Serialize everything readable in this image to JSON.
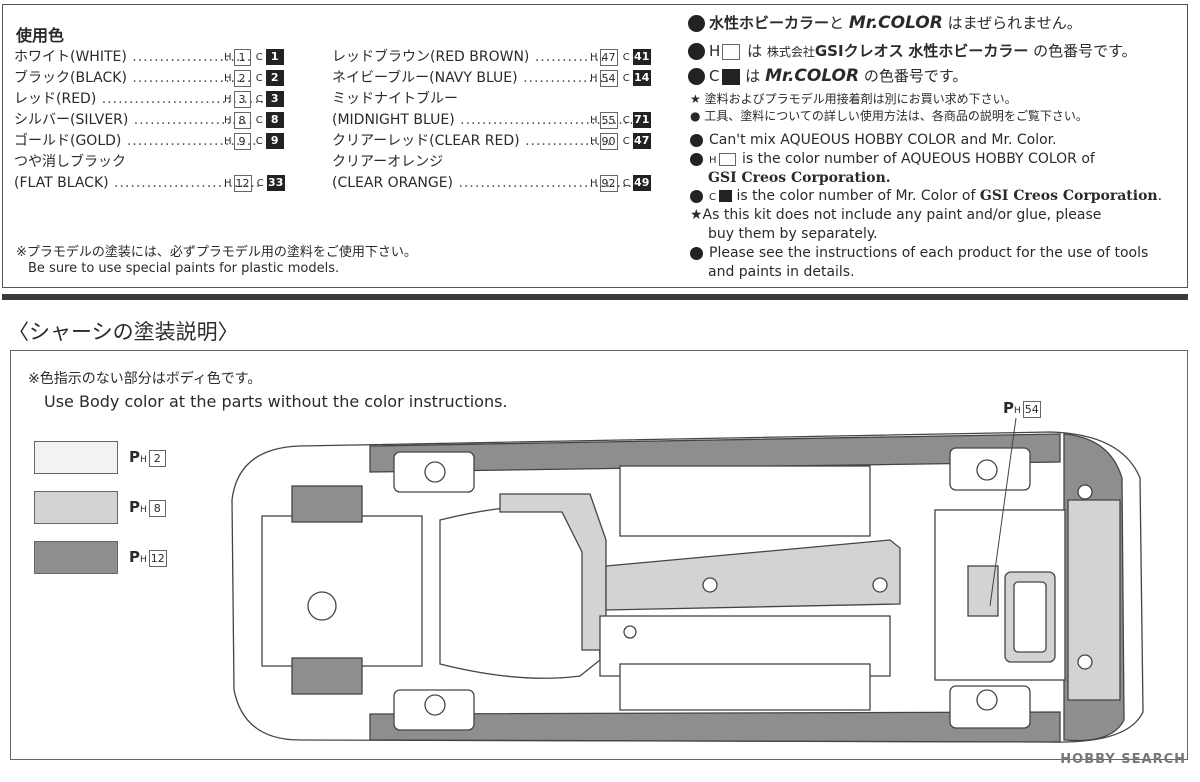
{
  "colors_section": {
    "title": "使用色",
    "left_col": [
      {
        "name": "ホワイト(WHITE)",
        "h": "1",
        "c": "1"
      },
      {
        "name": "ブラック(BLACK)",
        "h": "2",
        "c": "2"
      },
      {
        "name": "レッド(RED)",
        "h": "3",
        "c": "3"
      },
      {
        "name": "シルバー(SILVER)",
        "h": "8",
        "c": "8"
      },
      {
        "name": "ゴールド(GOLD)",
        "h": "9",
        "c": "9"
      },
      {
        "name": "つや消しブラック",
        "line2": "(FLAT BLACK)",
        "h": "12",
        "c": "33"
      }
    ],
    "right_col": [
      {
        "name": "レッドブラウン(RED BROWN)",
        "h": "47",
        "c": "41"
      },
      {
        "name": "ネイビーブルー(NAVY BLUE)",
        "h": "54",
        "c": "14"
      },
      {
        "name": "ミッドナイトブルー",
        "line2": "(MIDNIGHT BLUE)",
        "h": "55",
        "c": "71"
      },
      {
        "name": "クリアーレッド(CLEAR RED)",
        "h": "90",
        "c": "47"
      },
      {
        "name": "クリアーオレンジ",
        "line2": "(CLEAR ORANGE)",
        "h": "92",
        "c": "49"
      }
    ],
    "h_prefix": "H",
    "c_prefix": "C",
    "note_jp": "※プラモデルの塗装には、必ずプラモデル用の塗料をご使用下さい。",
    "note_en": "Be sure to use special paints for plastic models."
  },
  "info": {
    "l1_a": "水性ホビーカラー",
    "l1_b": "と",
    "l1_c": "Mr.COLOR",
    "l1_d": "はまぜられません。",
    "l2_a": "H",
    "l2_b": "は",
    "l2_c": "株式会社",
    "l2_d": "GSIクレオス",
    "l2_e": "水性ホビーカラー",
    "l2_f": "の色番号です。",
    "l3_a": "C",
    "l3_b": "は",
    "l3_c": "Mr.COLOR",
    "l3_d": "の色番号です。",
    "l4": "★ 塗料およびプラモデル用接着剤は別にお買い求め下さい。",
    "l5": "● 工具、塗料についての詳しい使用方法は、各商品の説明をご覧下さい。",
    "e1": "Can't mix AQUEOUS HOBBY COLOR and Mr. Color.",
    "e2_a": "H",
    "e2_b": "is the color number of AQUEOUS HOBBY COLOR of",
    "e2_c": "GSI Creos Corporation",
    "e3_a": "C",
    "e3_b": "is the color number of Mr. Color of",
    "e3_c": "GSI Creos Corporation",
    "e4_a": "★As this kit does not include any paint and/or glue, please",
    "e4_b": "buy them by separately.",
    "e5_a": "Please see the instructions of each product for the use of tools",
    "e5_b": "and paints in details."
  },
  "chassis": {
    "title": "〈シャーシの塗装説明〉",
    "note_jp": "※色指示のない部分はボディ色です。",
    "note_en": "Use Body color at the parts without the color instructions.",
    "legend": [
      {
        "color": "#f2f2f2",
        "p": "P",
        "h": "H",
        "num": "2"
      },
      {
        "color": "#d3d3d3",
        "p": "P",
        "h": "H",
        "num": "8"
      },
      {
        "color": "#8e8e8e",
        "p": "P",
        "h": "H",
        "num": "12"
      }
    ],
    "callout": {
      "p": "P",
      "h": "H",
      "num": "54"
    }
  },
  "watermark": "HOBBY SEARCH"
}
